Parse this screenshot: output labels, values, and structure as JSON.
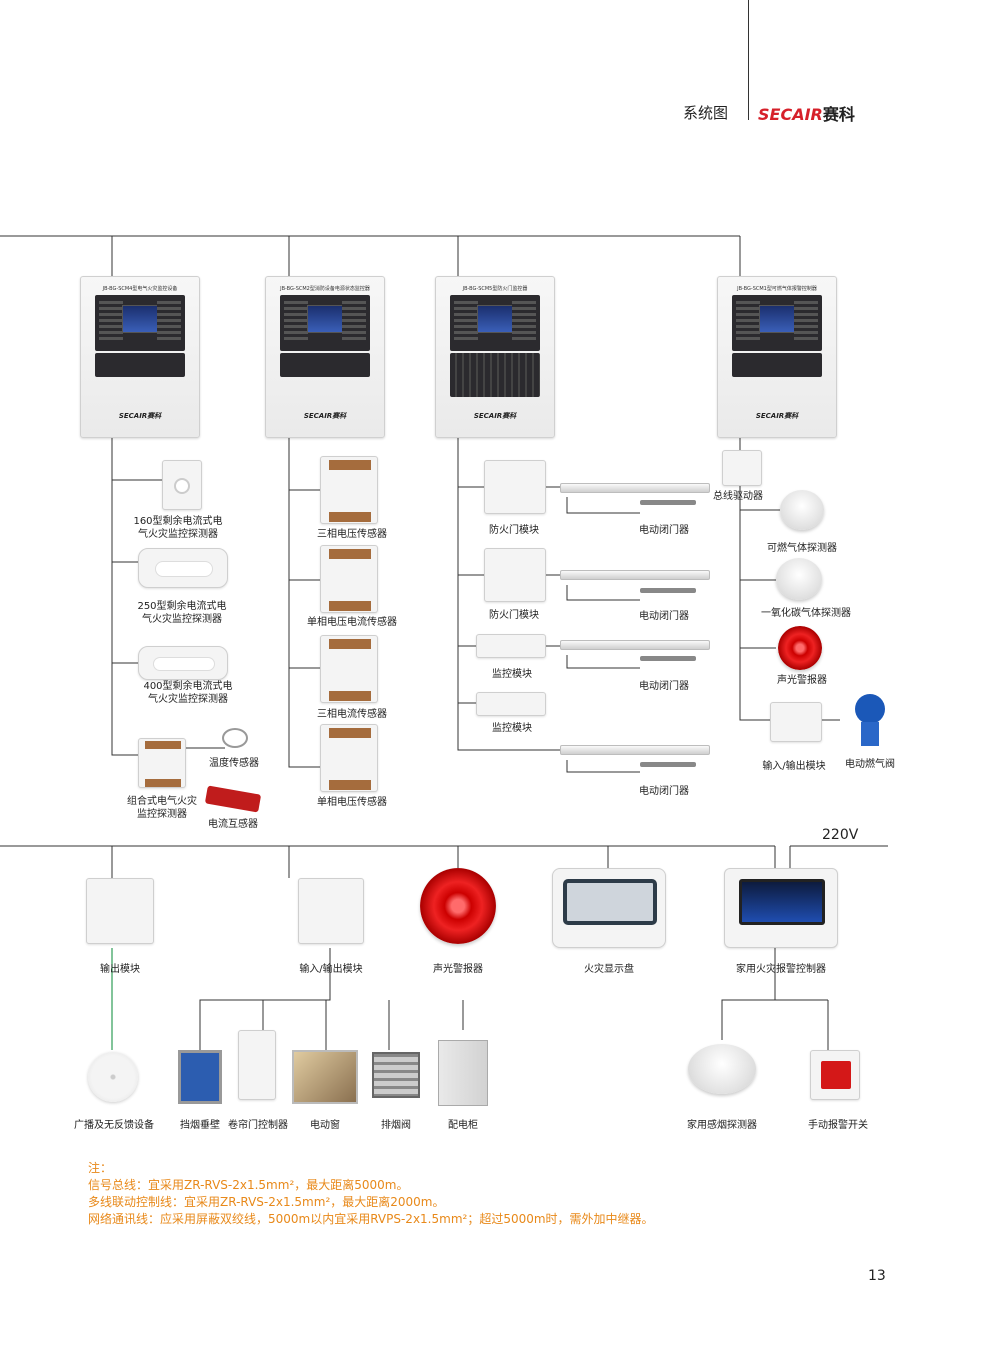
{
  "header": {
    "section": "系统图",
    "brand_latin": "SECAIR",
    "brand_cn": "赛科"
  },
  "colors": {
    "brand": "#d6202a",
    "note": "#e8891a",
    "wire": "#333333",
    "wire_green": "#2e9d56"
  },
  "panels": [
    {
      "title": "JB-BG-SCM4型电气火灾监控设备",
      "logo": "SECAIR赛科"
    },
    {
      "title": "JB-BG-SCM2型消防设备电源状态监控器",
      "logo": "SECAIR赛科"
    },
    {
      "title": "JB-BG-SCM5型防火门监控器",
      "logo": "SECAIR赛科"
    },
    {
      "title": "JB-BG-SCM1型可燃气体报警控制器",
      "logo": "SECAIR赛科"
    }
  ],
  "column1": {
    "d160": [
      "160型剩余电流式电",
      "气火灾监控探测器"
    ],
    "d250": [
      "250型剩余电流式电",
      "气火灾监控探测器"
    ],
    "d400": [
      "400型剩余电流式电",
      "气火灾监控探测器"
    ],
    "temp": "温度传感器",
    "combo": [
      "组合式电气火灾",
      "监控探测器"
    ],
    "current_transformer": "电流互感器"
  },
  "column2": {
    "s1": "三相电压传感器",
    "s2": "单相电压电流传感器",
    "s3": "三相电流传感器",
    "s4": "单相电压传感器"
  },
  "column3": {
    "door_module_1": "防火门模块",
    "door_module_2": "防火门模块",
    "monitor_module_1": "监控模块",
    "monitor_module_2": "监控模块",
    "closer_1": "电动闭门器",
    "closer_2": "电动闭门器",
    "closer_3": "电动闭门器",
    "closer_4": "电动闭门器"
  },
  "column4": {
    "bus_driver": "总线驱动器",
    "gas_detector": "可燃气体探测器",
    "co_detector": "一氧化碳气体探测器",
    "sound_light": "声光警报器",
    "io_module": "输入/输出模块",
    "gas_valve": "电动燃气阀"
  },
  "bottom": {
    "voltage": "220V",
    "output_module": "输出模块",
    "io_module": "输入/输出模块",
    "sound_light": "声光警报器",
    "fire_display": "火灾显示盘",
    "home_controller": "家用火灾报警控制器",
    "broadcast": "广播及无反馈设备",
    "smoke_curtain": "挡烟垂壁",
    "rolling_door": "卷帘门控制器",
    "electric_window": "电动窗",
    "smoke_valve": "排烟阀",
    "distribution_cabinet": "配电柜",
    "home_smoke": "家用感烟探测器",
    "manual_switch": "手动报警开关"
  },
  "notes": {
    "heading": "注：",
    "line1": "信号总线：宜采用ZR-RVS-2x1.5mm²，最大距离5000m。",
    "line2": "多线联动控制线：宜采用ZR-RVS-2x1.5mm²，最大距离2000m。",
    "line3": "网络通讯线：应采用屏蔽双绞线，5000m以内宜采用RVPS-2x1.5mm²；超过5000m时，需外加中继器。"
  },
  "page_number": "13"
}
